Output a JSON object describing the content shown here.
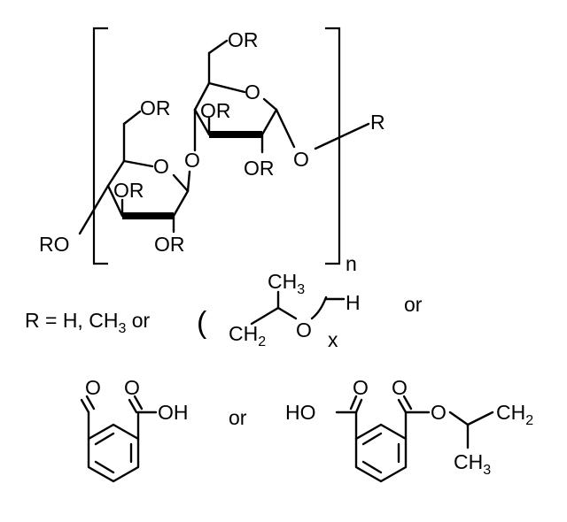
{
  "structure": {
    "substituent": "R",
    "ring_oxygen": "O",
    "primary_or": "OR",
    "left_or": "RO",
    "repeat_index": "n",
    "terminal_r": "R"
  },
  "legend": {
    "r_equals": "R = H, CH",
    "ch3_subscript": "3",
    "or_word": "or",
    "open_paren": "(",
    "ch3_label": "CH",
    "ch3_label_sub": "3",
    "ch2_label": "CH",
    "ch2_label_sub": "2",
    "ether_o": "O",
    "repeat_x": "x",
    "end_h": "H",
    "trailing_or": "or"
  },
  "aromatics": {
    "aldehyde_o": "O",
    "carbonyl_o": "O",
    "oh_label": "OH",
    "between_or": "or",
    "ho_label": "HO",
    "ester_carbonyl_o": "O",
    "ester_carbonyl_o2": "O",
    "ester_o": "O",
    "ch2_label": "CH",
    "ch2_sub": "2",
    "ch3_label": "CH",
    "ch3_sub": "3"
  }
}
